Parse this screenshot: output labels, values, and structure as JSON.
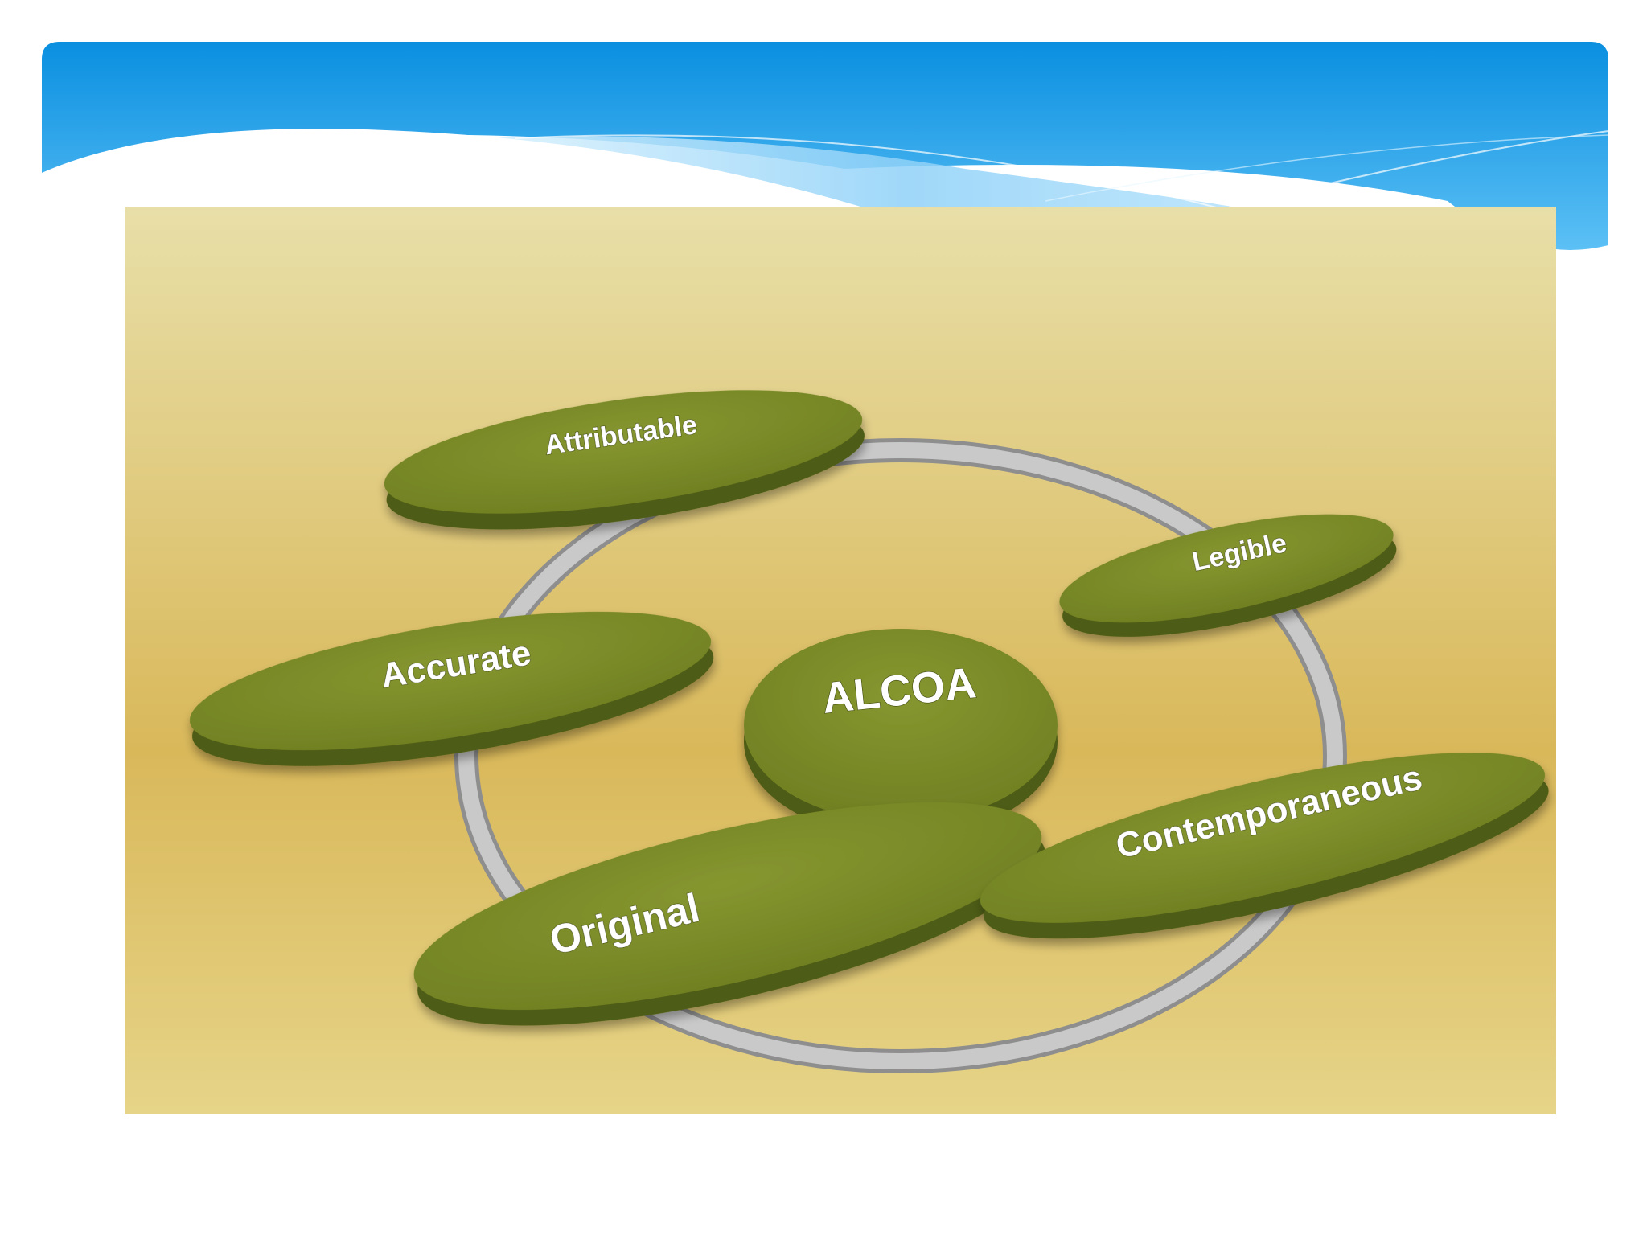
{
  "diagram": {
    "center": {
      "label": "ALCOA"
    },
    "nodes": [
      {
        "id": "attributable",
        "label": "Attributable"
      },
      {
        "id": "legible",
        "label": "Legible"
      },
      {
        "id": "contemporaneous",
        "label": "Contemporaneous"
      },
      {
        "id": "original",
        "label": "Original"
      },
      {
        "id": "accurate",
        "label": "Accurate"
      }
    ]
  },
  "colors": {
    "header_blue": "#0a8fe0",
    "header_light": "#8fd1f8",
    "panel_top": "#e8dfa8",
    "panel_middle": "#d9b85a",
    "panel_bottom": "#e6d488",
    "disc_green": "#6f7f22",
    "disc_dark": "#4e5b12",
    "ring_gray": "#b9b9b9"
  }
}
